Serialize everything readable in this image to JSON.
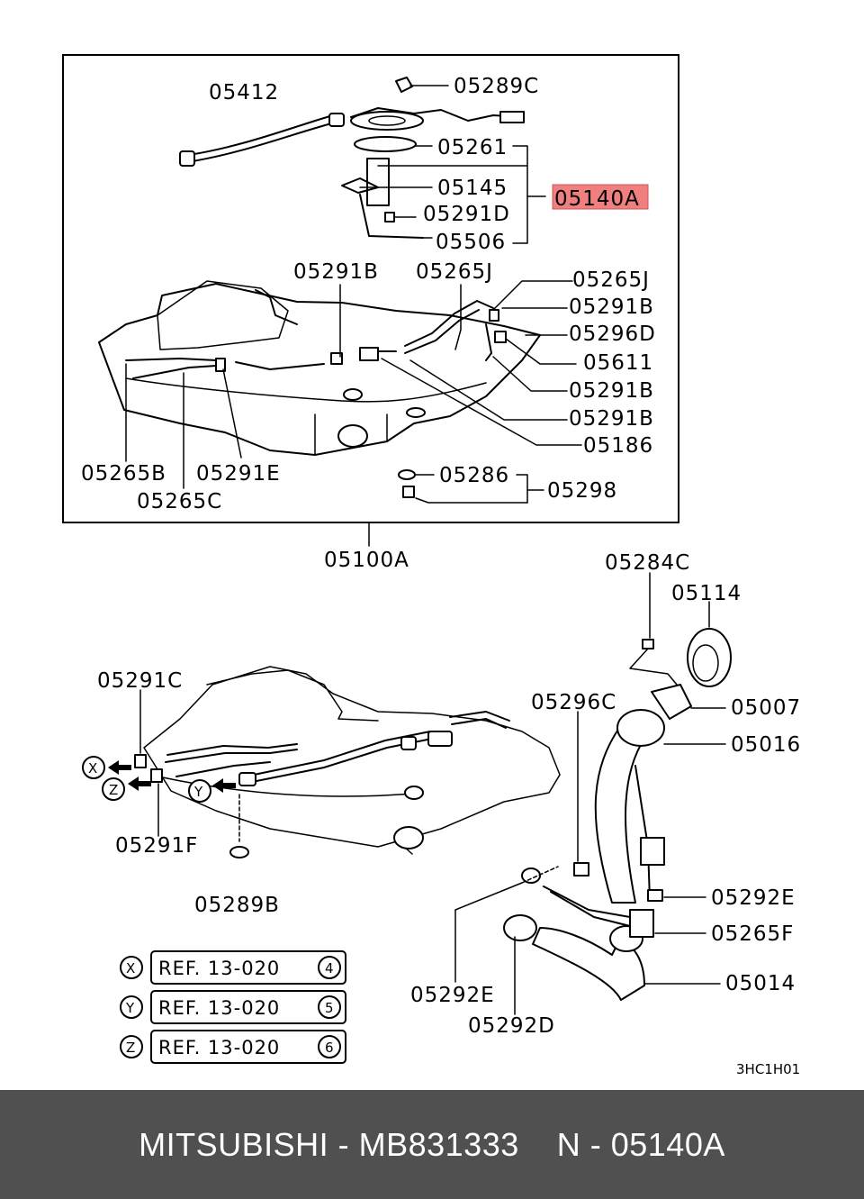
{
  "diagram": {
    "part_labels": {
      "p05412": "05412",
      "p05289C": "05289C",
      "p05261": "05261",
      "p05145": "05145",
      "p05140A": "05140A",
      "p05291D": "05291D",
      "p05506": "05506",
      "p05291B_top": "05291B",
      "p05265J_top": "05265J",
      "p05265J_right": "05265J",
      "p05291B_r1": "05291B",
      "p05296D": "05296D",
      "p05611": "05611",
      "p05291B_r2": "05291B",
      "p05291B_r3": "05291B",
      "p05186": "05186",
      "p05265B": "05265B",
      "p05291E": "05291E",
      "p05265C": "05265C",
      "p05286": "05286",
      "p05298": "05298",
      "p05100A": "05100A",
      "p05284C": "05284C",
      "p05114": "05114",
      "p05291C": "05291C",
      "p05296C": "05296C",
      "p05007": "05007",
      "p05016": "05016",
      "p05291F": "05291F",
      "p05289B": "05289B",
      "p05292E_right": "05292E",
      "p05265F": "05265F",
      "p05014": "05014",
      "p05292E_bottom": "05292E",
      "p05292D": "05292D"
    },
    "highlight_color": "#f08080",
    "markers": {
      "x": "X",
      "y": "Y",
      "z": "Z"
    },
    "references": [
      {
        "letter": "X",
        "text": "REF. 13-020",
        "num": "4"
      },
      {
        "letter": "Y",
        "text": "REF. 13-020",
        "num": "5"
      },
      {
        "letter": "Z",
        "text": "REF. 13-020",
        "num": "6"
      }
    ],
    "drawing_code": "3HC1H01"
  },
  "footer": {
    "caption": "MITSUBISHI - MB831333    N - 05140A"
  }
}
